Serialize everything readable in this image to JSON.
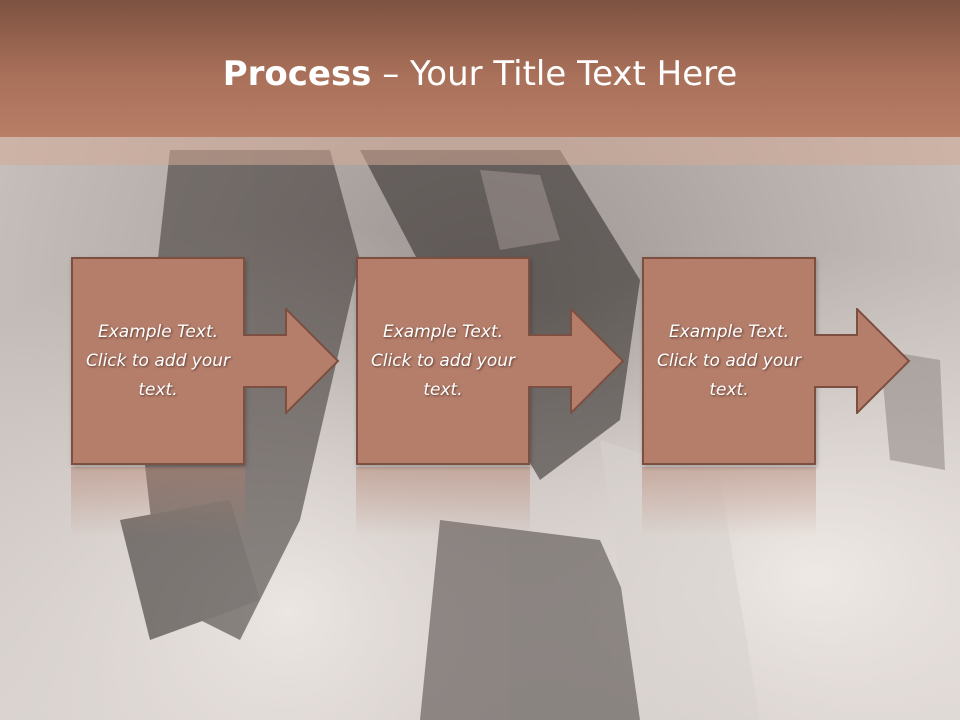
{
  "slide": {
    "title_bold": "Process",
    "title_rest": " – Your Title Text Here",
    "steps": [
      {
        "text": "Example Text. Click  to add your text."
      },
      {
        "text": "Example Text. Click  to add your text."
      },
      {
        "text": "Example Text. Click  to add your text."
      }
    ],
    "colors": {
      "title_bar": "#a9705a",
      "box_fill": "#b47e6b",
      "box_border": "#7c4f40",
      "text": "#ffffff"
    }
  }
}
